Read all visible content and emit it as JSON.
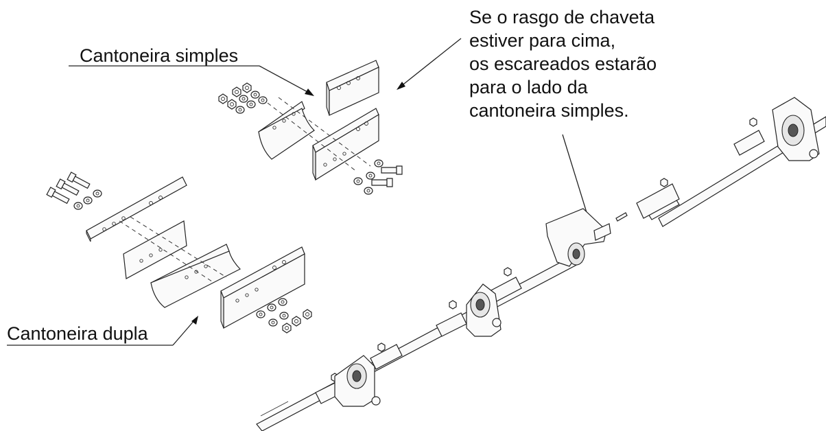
{
  "labels": {
    "cantoneira_simples": "Cantoneira simples",
    "cantoneira_dupla": "Cantoneira dupla"
  },
  "note": {
    "lines": [
      "Se o rasgo de chaveta",
      "estiver para cima,",
      "os escareados estarão",
      "para o lado da",
      "cantoneira simples."
    ]
  }
}
